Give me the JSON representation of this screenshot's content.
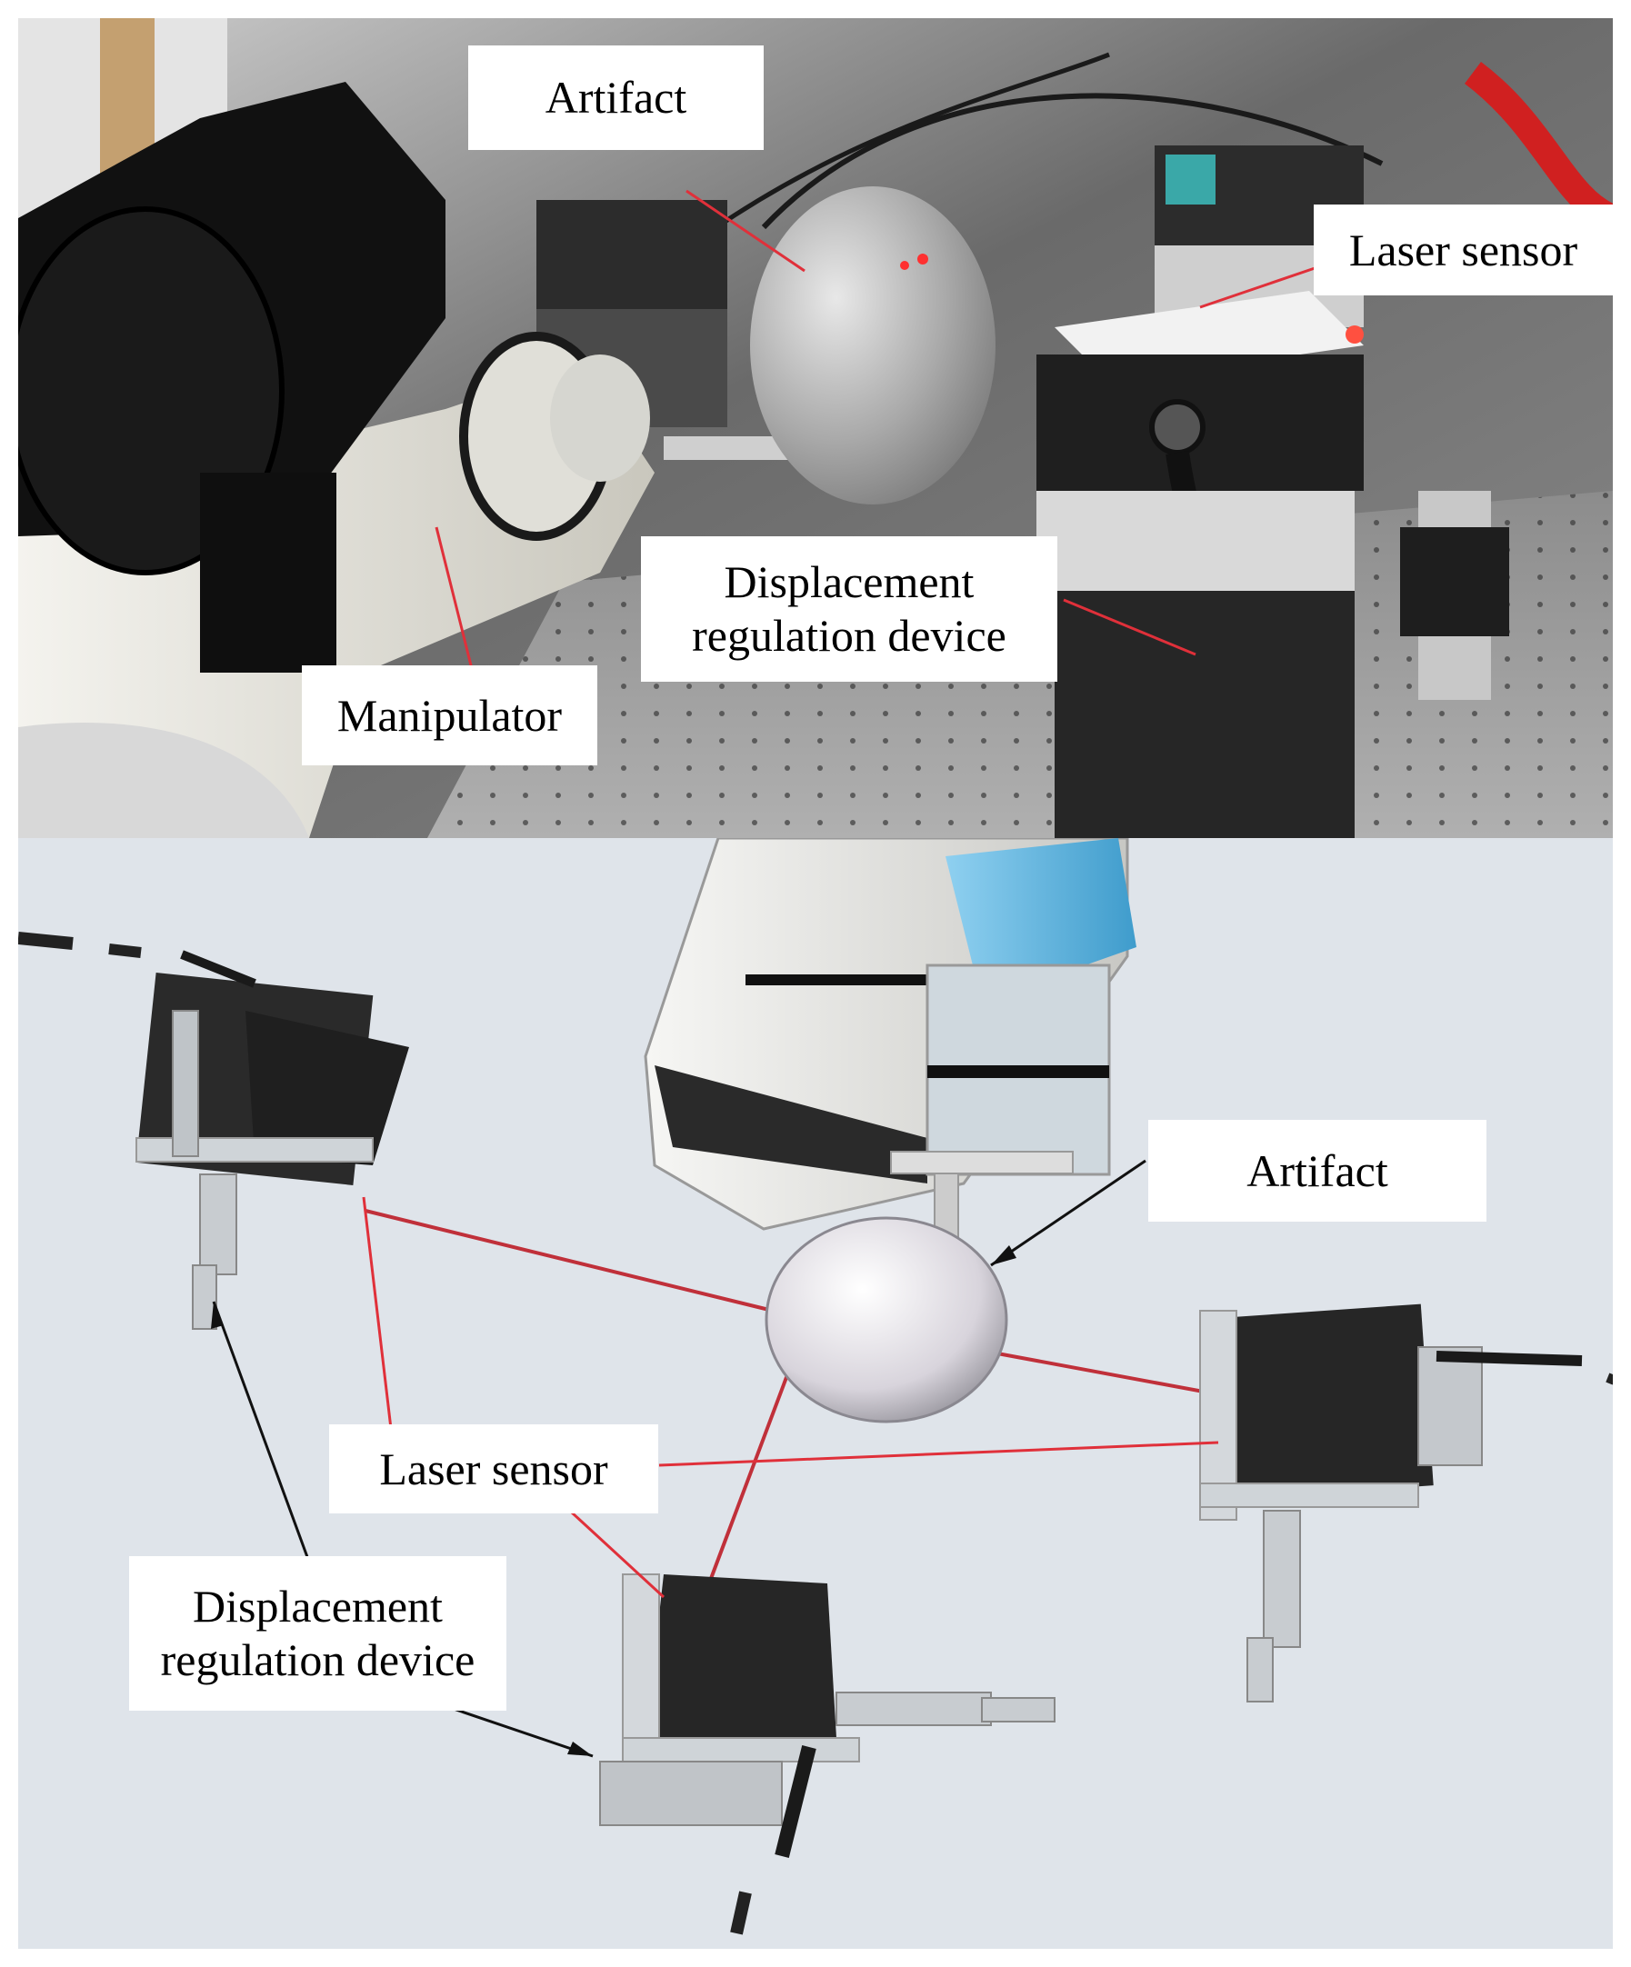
{
  "photo": {
    "labels": {
      "artifact": "Artifact",
      "laser_sensor": "Laser sensor",
      "displacement_line1": "Displacement",
      "displacement_line2": "regulation device",
      "manipulator": "Manipulator"
    }
  },
  "cad": {
    "labels": {
      "artifact": "Artifact",
      "laser_sensor": "Laser sensor",
      "displacement_line1": "Displacement",
      "displacement_line2": "regulation device"
    }
  },
  "colors": {
    "laser_beam": "#c0303a",
    "leader_red": "#e0303a",
    "leader_black": "#111111",
    "cad_background": "#dfe4ea",
    "device_body": "#2a2a2a",
    "robot_light": "#e8e8e6",
    "tool_blue": "#5fb6e0"
  }
}
